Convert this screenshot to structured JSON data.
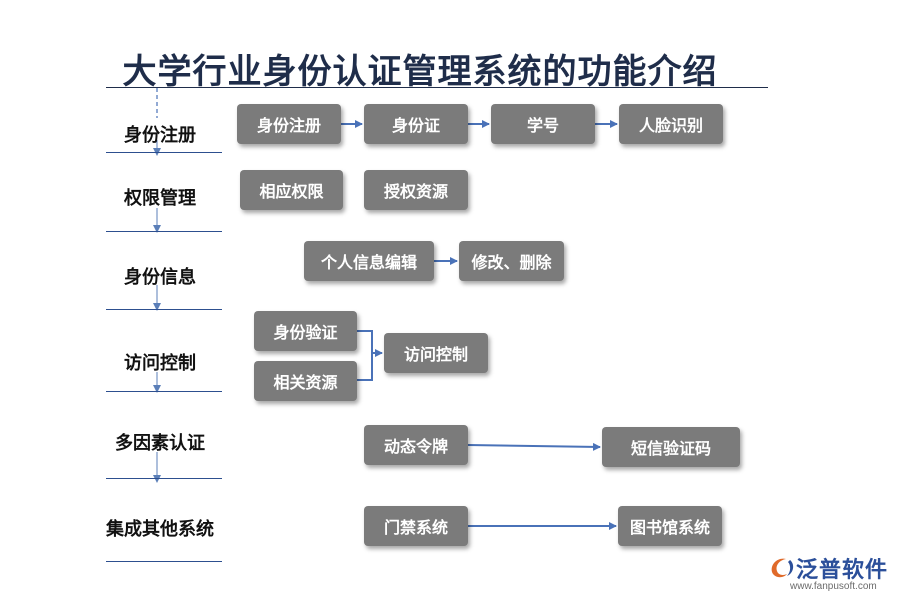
{
  "title": "大学行业身份认证管理系统的功能介绍",
  "categories": [
    "身份注册",
    "权限管理",
    "身份信息",
    "访问控制",
    "多因素认证",
    "集成其他系统"
  ],
  "nodes": {
    "reg_identity": "身份注册",
    "reg_id_card": "身份证",
    "reg_student_no": "学号",
    "reg_face": "人脸识别",
    "perm_matching": "相应权限",
    "perm_grant": "授权资源",
    "info_edit": "个人信息编辑",
    "info_modify_delete": "修改、删除",
    "access_verify": "身份验证",
    "access_resources": "相关资源",
    "access_control": "访问控制",
    "mfa_token": "动态令牌",
    "mfa_sms": "短信验证码",
    "integ_door": "门禁系统",
    "integ_library": "图书馆系统"
  },
  "colors": {
    "box": "#7b7b7b",
    "arrow": "#4a72b8",
    "rule": "#2d4f8f"
  },
  "logo": {
    "name": "泛普软件",
    "url": "www.fanpusoft.com"
  }
}
